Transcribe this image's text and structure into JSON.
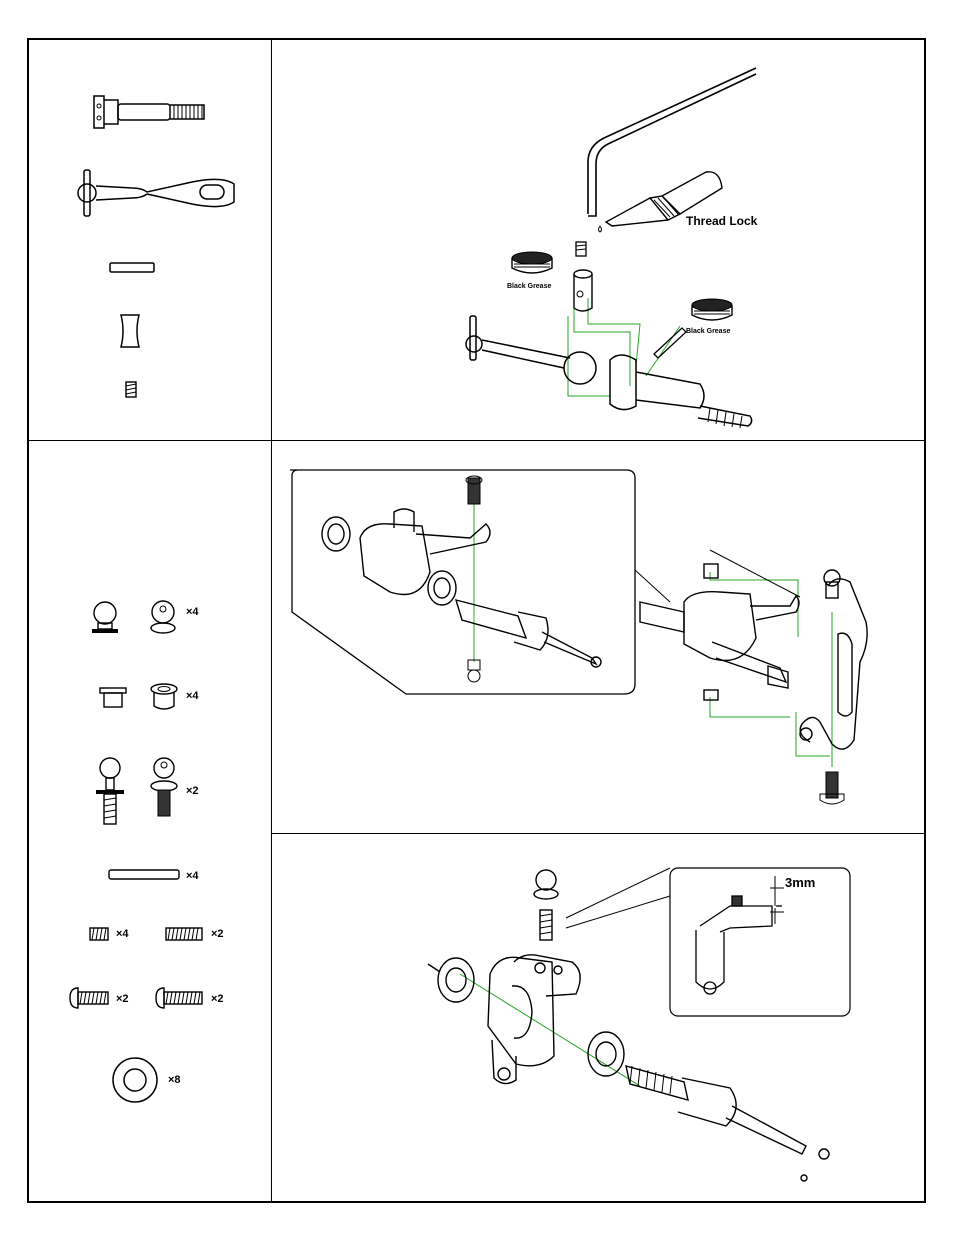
{
  "step1": {
    "labels": {
      "thread_lock": "Thread Lock",
      "black_grease_1": "Black Grease",
      "black_grease_2": "Black Grease"
    },
    "icons": [
      "cvd-axle-icon",
      "cvd-dogbone-icon",
      "pin-icon",
      "cvd-joint-icon",
      "set-screw-icon",
      "hex-wrench-icon",
      "thread-lock-bottle-icon",
      "grease-tub-icon"
    ]
  },
  "step2": {
    "parts_quantities": {
      "ball_end": "×4",
      "bushing": "×4",
      "ball_stud": "×2",
      "pin_long": "×4",
      "set_screw_short": "×4",
      "set_screw_long": "×2",
      "button_screw_short": "×2",
      "button_screw_long": "×2",
      "washer": "×8"
    }
  },
  "step3": {
    "dimension_label": "3mm"
  },
  "colors": {
    "line": "#000000",
    "guide": "#2aa52a"
  }
}
